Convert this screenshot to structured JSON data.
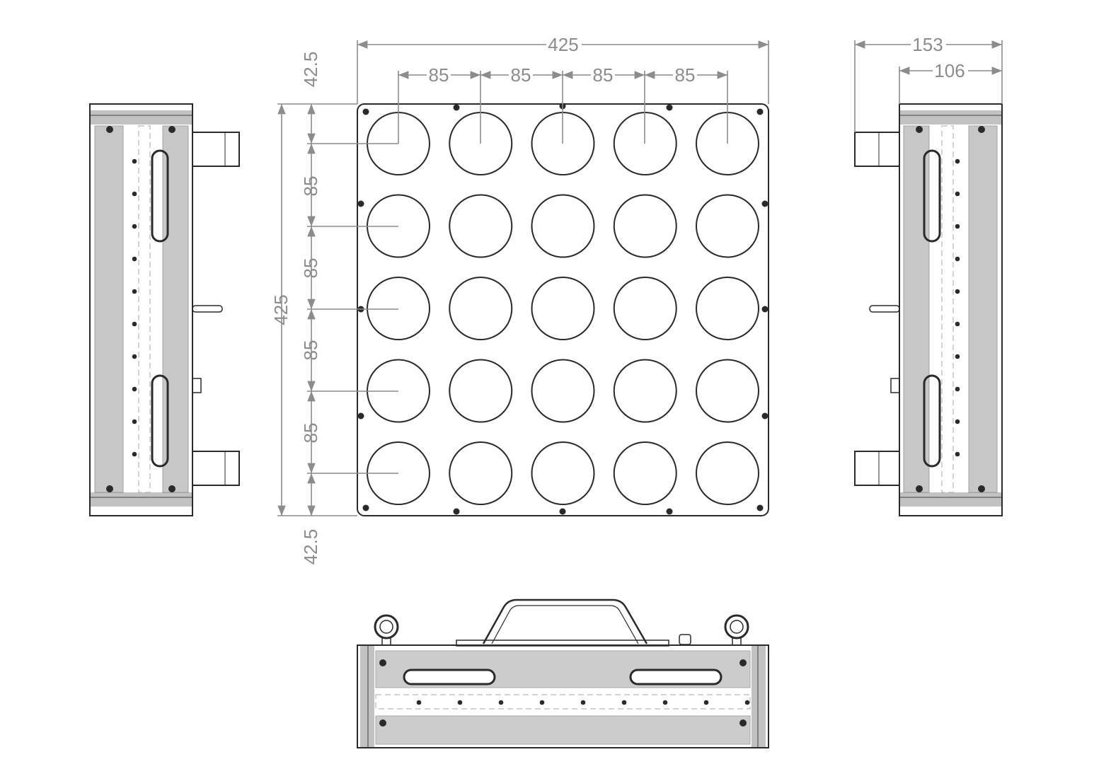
{
  "colors": {
    "line": "#2a2a2a",
    "dimension": "#8c8c8c",
    "fin": "#6a6a6a",
    "background": "#ffffff"
  },
  "front_view": {
    "rows": 5,
    "columns": 5
  },
  "dimensions": {
    "overall_width": "425",
    "overall_height": "425",
    "column_pitch": [
      "85",
      "85",
      "85",
      "85"
    ],
    "row_pitch": [
      "85",
      "85",
      "85",
      "85"
    ],
    "top_margin": "42.5",
    "bottom_margin": "42.5",
    "depth_total": "153",
    "depth_body": "106"
  }
}
